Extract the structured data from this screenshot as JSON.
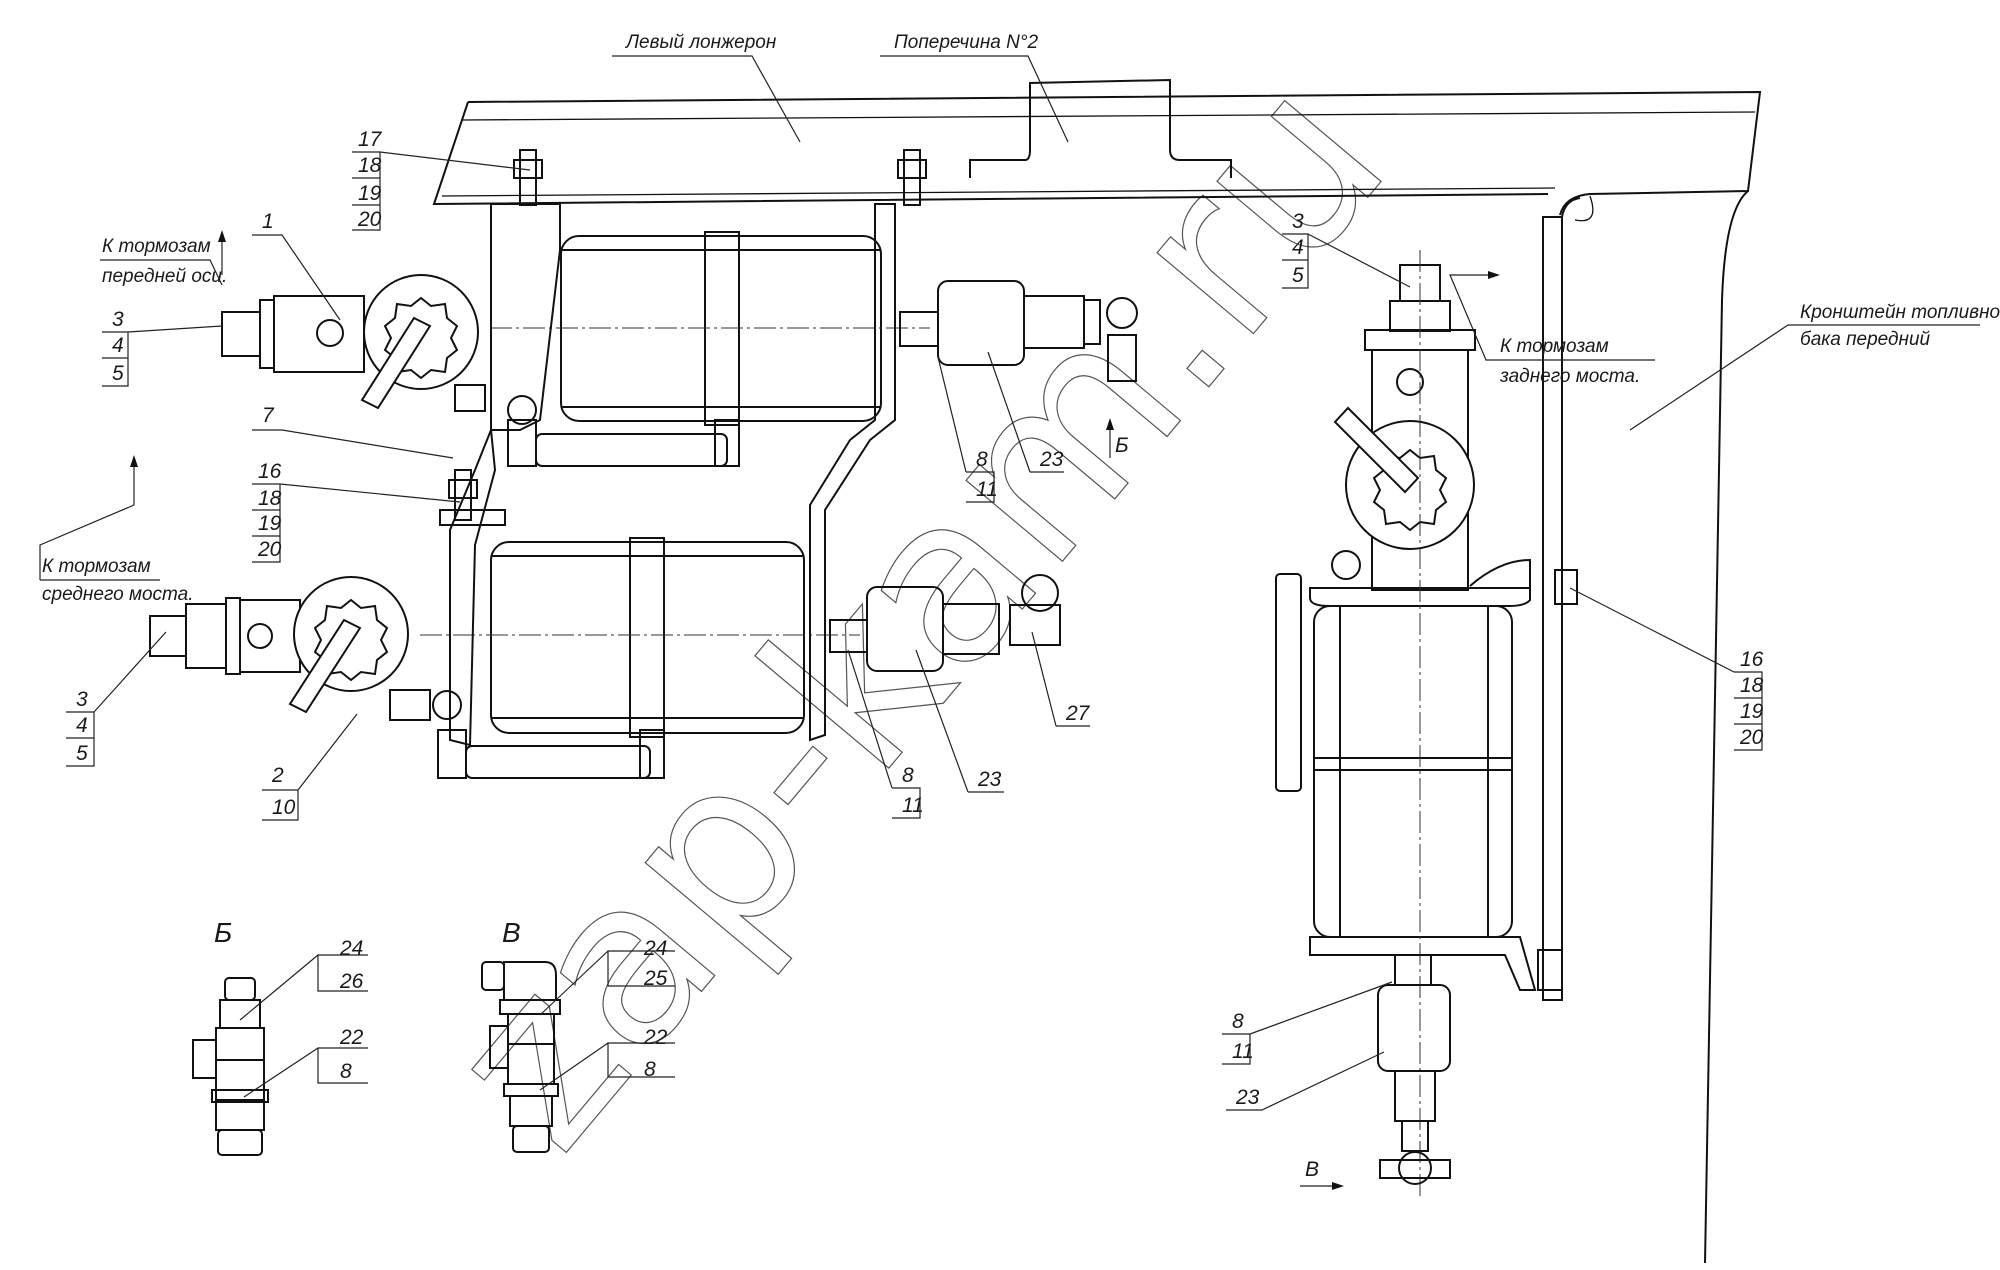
{
  "labels": {
    "left_rail": "Левый лонжерон",
    "crossmember": "Поперечина N°2",
    "fuel_bracket": [
      "Кронштейн топливного",
      "бака передний"
    ]
  },
  "directions": {
    "front_axle": [
      "К тормозам",
      "передней оси."
    ],
    "middle_axle": [
      "К тормозам",
      "среднего моста."
    ],
    "rear_axle": [
      "К тормозам",
      "заднего моста."
    ]
  },
  "callouts": {
    "top_bolt": [
      "17",
      "18",
      "19",
      "20"
    ],
    "upper_valve": [
      "1"
    ],
    "upper_left_fitting": [
      "3",
      "4",
      "5"
    ],
    "bracket": [
      "7"
    ],
    "mid_bolt": [
      "16",
      "18",
      "19",
      "20"
    ],
    "lower_left_fitting": [
      "3",
      "4",
      "5"
    ],
    "lower_valve": [
      "2",
      "10"
    ],
    "upper_mid_fitting": [
      "8",
      "11"
    ],
    "upper_drain_valve": [
      "23"
    ],
    "lower_mid_fitting": [
      "8",
      "11"
    ],
    "lower_drain_valve": [
      "23"
    ],
    "lower_elbow": [
      "27"
    ],
    "right_top_fitting": [
      "3",
      "4",
      "5"
    ],
    "right_bolt": [
      "16",
      "18",
      "19",
      "20"
    ],
    "right_bottom_fitting": [
      "8",
      "11"
    ],
    "right_drain_valve": [
      "23"
    ],
    "view_b": [
      [
        "24",
        "26"
      ],
      [
        "22",
        "8"
      ]
    ],
    "view_v": [
      [
        "24",
        "25"
      ],
      [
        "22",
        "8"
      ]
    ]
  },
  "views": {
    "b": "Б",
    "v": "В"
  },
  "view_arrows": {
    "b": "Б",
    "v": "В"
  },
  "watermark": "zap-kam.ru"
}
